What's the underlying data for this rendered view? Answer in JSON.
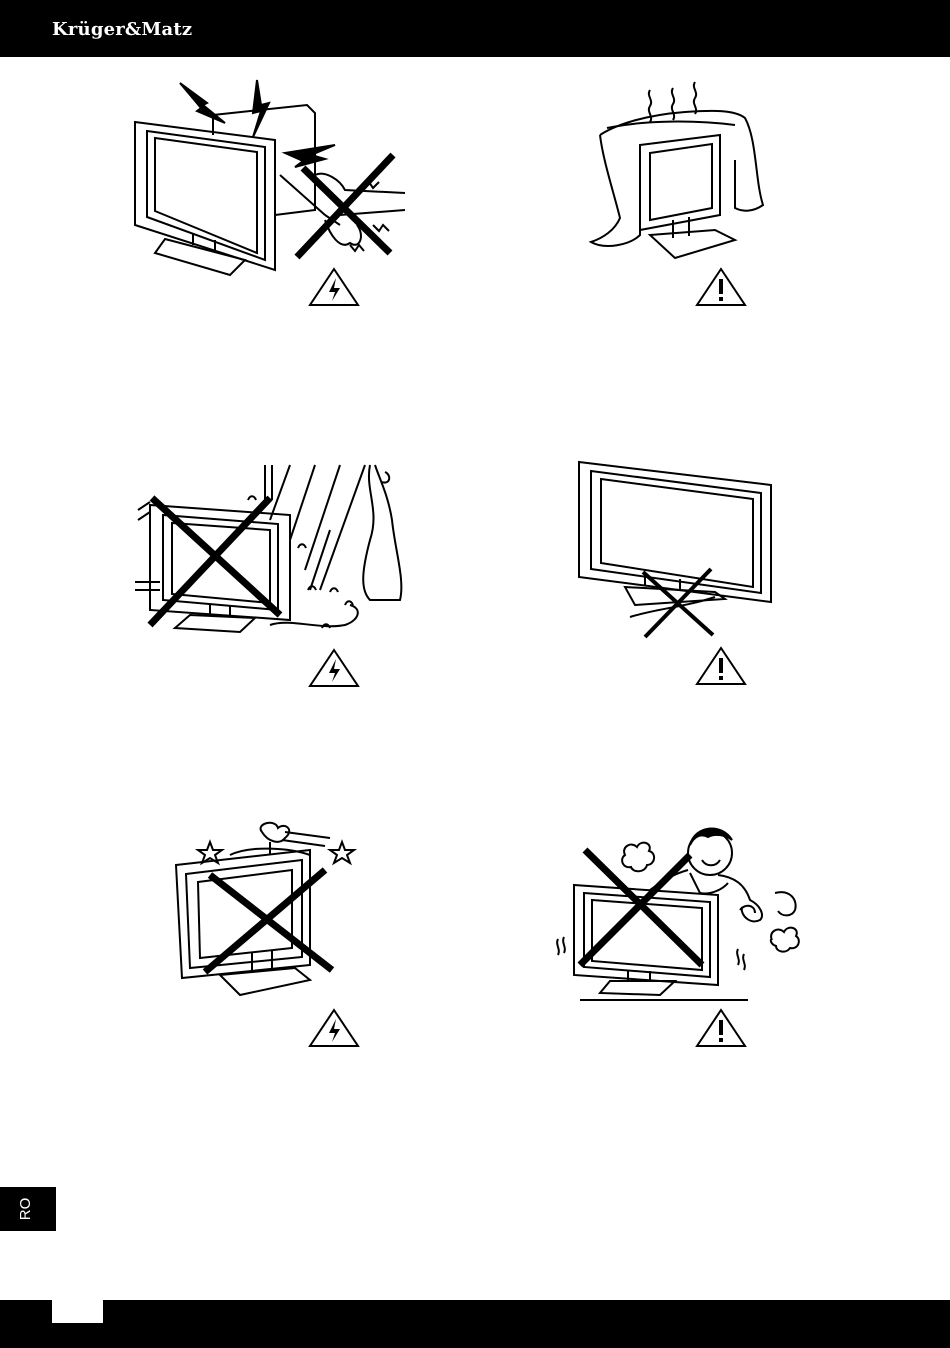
{
  "header": {
    "brand": "Krüger&Matz"
  },
  "side_tab": {
    "language": "RO"
  },
  "illustrations": [
    {
      "id": "antenna-lightning",
      "warning_icon": "electric-shock-warning-icon"
    },
    {
      "id": "covered-tv-overheat",
      "warning_icon": "caution-exclamation-icon"
    },
    {
      "id": "rain-window",
      "warning_icon": "electric-shock-warning-icon"
    },
    {
      "id": "power-cord-under-stand",
      "warning_icon": "caution-exclamation-icon"
    },
    {
      "id": "vase-on-top",
      "warning_icon": "electric-shock-warning-icon"
    },
    {
      "id": "child-climbing",
      "warning_icon": "caution-exclamation-icon"
    }
  ],
  "colors": {
    "bar": "#000000",
    "page": "#ffffff",
    "ink": "#000000"
  }
}
